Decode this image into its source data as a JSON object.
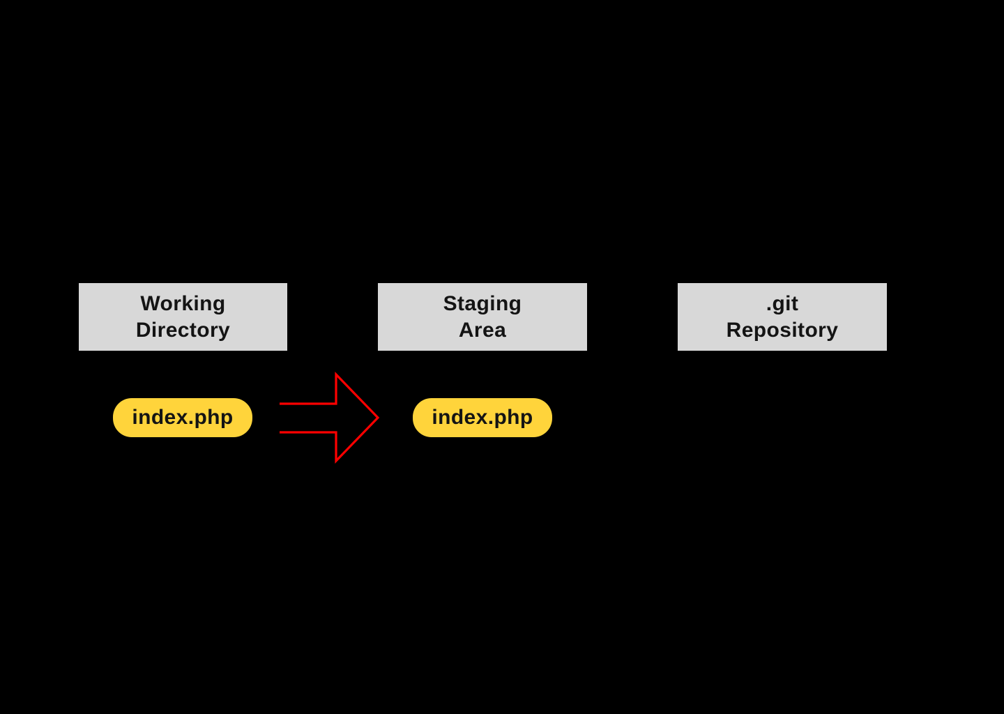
{
  "colors": {
    "background": "#000000",
    "stage_box_bg": "#D8D8D8",
    "stage_box_text": "#141414",
    "file_pill_bg": "#FFD43B",
    "file_pill_text": "#141414",
    "arrow": "#FF0000"
  },
  "stages": [
    {
      "line1": "Working",
      "line2": "Directory"
    },
    {
      "line1": "Staging",
      "line2": "Area"
    },
    {
      "line1": ".git",
      "line2": "Repository"
    }
  ],
  "files": [
    {
      "label": "index.php"
    },
    {
      "label": "index.php"
    }
  ],
  "arrow": {
    "from": "Working Directory",
    "to": "Staging Area",
    "direction": "right"
  }
}
